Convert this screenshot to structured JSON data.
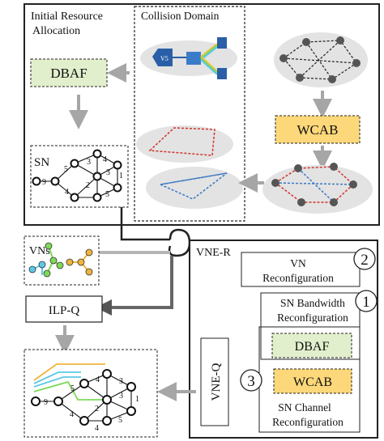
{
  "top_panel": {
    "title_line1": "Initial Resource",
    "title_line2": "Allocation",
    "collision_title": "Collision Domain"
  },
  "boxes": {
    "dbaf_top": "DBAF",
    "wcab_top": "WCAB",
    "sn_label": "SN",
    "vns_label": "VNs",
    "ilp_q": "ILP-Q",
    "vne_r": "VNE-R",
    "vn_reconf_line1": "VN",
    "vn_reconf_line2": "Reconfiguration",
    "sn_bw_line1": "SN Bandwidth",
    "sn_bw_line2": "Reconfiguration",
    "dbaf_inner": "DBAF",
    "wcab_inner": "WCAB",
    "vne_q": "VNE-Q",
    "sn_ch_line1": "SN Channel",
    "sn_ch_line2": "Reconfiguration",
    "circle_2": "2",
    "circle_1": "1",
    "circle_3": "3",
    "device_label": "V5"
  },
  "sn_graph": {
    "labels": [
      "9",
      "5",
      "4",
      "2",
      "3",
      "4",
      "3",
      "1",
      "5"
    ]
  },
  "result_graph": {
    "labels": [
      "9",
      "5",
      "4",
      "2",
      "3",
      "4",
      "3",
      "1",
      "5",
      "4"
    ]
  },
  "colors": {
    "dbaf_fill": "#e2efcc",
    "wcab_fill": "#fdd87a",
    "arrow_gray": "#a6a6a6",
    "arrow_dark": "#555555",
    "ellipse_fill": "#e3e3e3",
    "link_red": "#d0332b",
    "link_blue": "#3b78c4",
    "vn_cyan": "#5ec8e6",
    "vn_green": "#7ed957",
    "vn_orange": "#f0b43c"
  }
}
